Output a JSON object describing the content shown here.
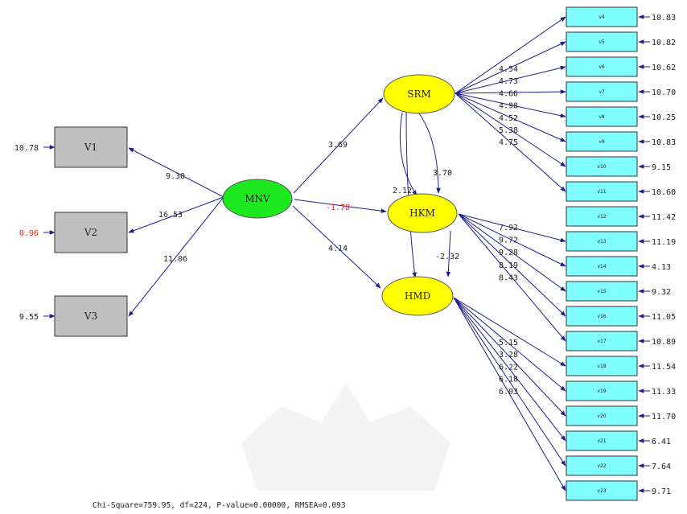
{
  "colors": {
    "arrow": "#1f1f8a",
    "mnv_fill": "#1ee81e",
    "latent_fill": "#ffff00",
    "box_gray": "#c0c0c0",
    "box_cyan": "#7fffff",
    "negative": "#e8281e"
  },
  "latents": {
    "mnv": "MNV",
    "srm": "SRM",
    "hkm": "HKM",
    "hmd": "HMD"
  },
  "left_indicators": [
    {
      "label": "V1",
      "loading": "9.30",
      "error": "10.78",
      "error_negative": false
    },
    {
      "label": "V2",
      "loading": "16.53",
      "error": "0.96",
      "error_negative": true
    },
    {
      "label": "V3",
      "loading": "11.06",
      "error": "9.55",
      "error_negative": false
    }
  ],
  "structural_paths": {
    "mnv_srm": "3.69",
    "mnv_hkm": "-1.78",
    "mnv_hmd": "4.14",
    "srm_hkm": "3.70",
    "srm_hmd": "2.12",
    "hkm_hmd": "-2.32"
  },
  "right_indicators": [
    {
      "label": "v4",
      "error": "10.83"
    },
    {
      "label": "v5",
      "error": "10.82"
    },
    {
      "label": "v6",
      "error": "10.62"
    },
    {
      "label": "v7",
      "error": "10.70"
    },
    {
      "label": "v8",
      "error": "10.25"
    },
    {
      "label": "v9",
      "error": "10.83"
    },
    {
      "label": "v10",
      "error": "9.15"
    },
    {
      "label": "v11",
      "error": "10.60"
    },
    {
      "label": "v12",
      "error": "11.42"
    },
    {
      "label": "v13",
      "error": "11.19"
    },
    {
      "label": "v14",
      "error": "4.13"
    },
    {
      "label": "v15",
      "error": "9.32"
    },
    {
      "label": "v16",
      "error": "11.05"
    },
    {
      "label": "v17",
      "error": "10.89"
    },
    {
      "label": "v18",
      "error": "11.54"
    },
    {
      "label": "v19",
      "error": "11.33"
    },
    {
      "label": "v20",
      "error": "11.70"
    },
    {
      "label": "v21",
      "error": "6.41"
    },
    {
      "label": "v22",
      "error": "7.64"
    },
    {
      "label": "v23",
      "error": "9.71"
    }
  ],
  "srm_loadings": [
    "4.54",
    "4.73",
    "4.66",
    "4.98",
    "4.52",
    "5.38",
    "4.75"
  ],
  "hkm_loadings": [
    "7.92",
    "9.72",
    "9.28",
    "8.19",
    "8.43"
  ],
  "hmd_loadings": [
    "5.15",
    "3.28",
    "6.22",
    "6.18",
    "6.03"
  ],
  "fit_statistics": "Chi-Square=759.95, df=224, P-value=0.00000, RMSEA=0.093"
}
